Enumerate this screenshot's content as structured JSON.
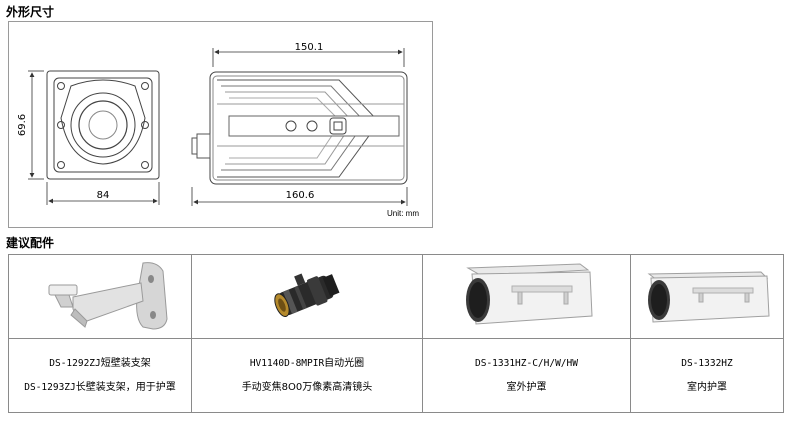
{
  "sections": {
    "dimensions_title": "外形尺寸",
    "accessories_title": "建议配件"
  },
  "drawing": {
    "front_width": "84",
    "front_height": "69.6",
    "side_top_length": "150.1",
    "side_bottom_length": "160.6",
    "unit": "Unit: mm"
  },
  "accessories": [
    {
      "line1_model": "DS-1292ZJ",
      "line1_text": "短壁装支架",
      "line2_model": "DS-1293ZJ",
      "line2_text": "长壁装支架，用于护罩",
      "image": "wall-bracket-icon"
    },
    {
      "line1_model": "HV1140D-8MPIR",
      "line1_text": "自动光圈",
      "line2_model": "",
      "line2_text": "手动变焦8O0万像素高清镜头",
      "image": "lens-icon"
    },
    {
      "line1_model": "DS-1331HZ-C/H/W/HW",
      "line1_text": "",
      "line2_model": "",
      "line2_text": "室外护罩",
      "image": "outdoor-housing-icon"
    },
    {
      "line1_model": "DS-1332HZ",
      "line1_text": "",
      "line2_model": "",
      "line2_text": "室内护罩",
      "image": "indoor-housing-icon"
    }
  ]
}
